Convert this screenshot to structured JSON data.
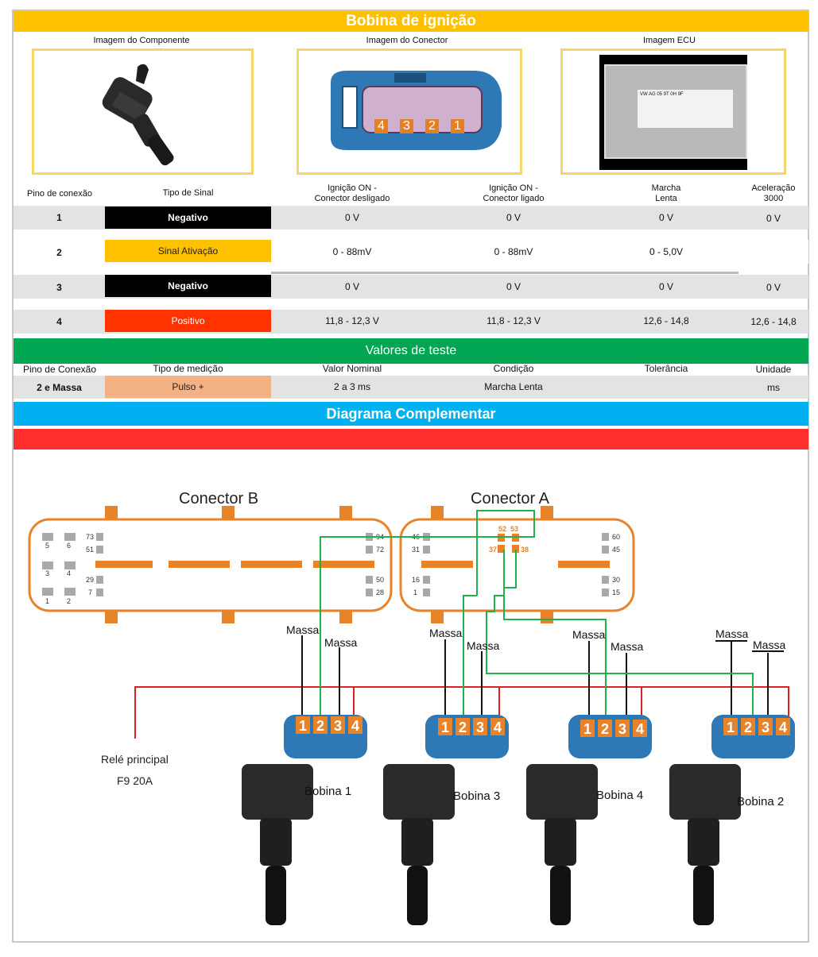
{
  "page": {
    "title": "Bobina de ignição",
    "colors": {
      "title": "#ffc000",
      "test_bar": "#00a651",
      "diagram_bar": "#00b0f0",
      "red_bar": "#ff2f2f"
    }
  },
  "images": {
    "component_label": "Imagem do Componente",
    "connector_label": "Imagem do Conector",
    "ecu_label": "Imagem ECU",
    "connector_pins": [
      "4",
      "3",
      "2",
      "1"
    ],
    "ecu_sticker": "VW AG 05 9T 0H 9F"
  },
  "table": {
    "headers": {
      "pin": "Pino de conexão",
      "signal": "Tipo de Sinal",
      "ign_off_1": "Ignição ON -",
      "ign_off_2": "Conector desligado",
      "ign_on_1": "Ignição ON -",
      "ign_on_2": "Conector ligado",
      "idle_1": "Marcha",
      "idle_2": "Lenta",
      "accel_1": "Aceleração",
      "accel_2": "3000"
    },
    "rows": [
      {
        "pin": "1",
        "signal": "Negativo",
        "off": "0 V",
        "on": "0 V",
        "idle": "0 V",
        "accel": "0 V"
      },
      {
        "pin": "2",
        "signal": "Sinal Ativação",
        "off": "0 - 88mV",
        "on": "0 - 88mV",
        "idle": "0 - 5,0V",
        "accel": ""
      },
      {
        "pin": "3",
        "signal": "Negativo",
        "off": "0 V",
        "on": "0 V",
        "idle": "0 V",
        "accel": "0 V"
      },
      {
        "pin": "4",
        "signal": "Positivo",
        "off": "11,8 - 12,3 V",
        "on": "11,8 - 12,3 V",
        "idle": "12,6 - 14,8",
        "accel": "12,6 - 14,8"
      }
    ]
  },
  "test": {
    "title": "Valores de teste",
    "headers": {
      "pin": "Pino de Conexão",
      "type": "Tipo de medição",
      "nominal": "Valor Nominal",
      "condition": "Condição",
      "tolerance": "Tolerância",
      "unit": "Unidade"
    },
    "row": {
      "pin": "2 e Massa",
      "type": "Pulso +",
      "nominal": "2 a 3 ms",
      "condition": "Marcha Lenta",
      "tolerance": "",
      "unit": "ms"
    }
  },
  "diagram": {
    "title": "Diagrama Complementar",
    "connector_b": "Conector B",
    "connector_a": "Conector A",
    "b_pins": [
      "5",
      "6",
      "73",
      "51",
      "3",
      "4",
      "29",
      "7",
      "1",
      "2",
      "94",
      "72",
      "50",
      "28"
    ],
    "a_pins": [
      "46",
      "31",
      "16",
      "1",
      "52",
      "53",
      "37",
      "38",
      "60",
      "45",
      "30",
      "15"
    ],
    "massa": "Massa",
    "relay_1": "Relé principal",
    "relay_2": "F9 20A",
    "coil_pins": [
      "1",
      "2",
      "3",
      "4"
    ],
    "coils": [
      "Bobina 1",
      "Bobina 3",
      "Bobina 4",
      "Bobina 2"
    ]
  }
}
